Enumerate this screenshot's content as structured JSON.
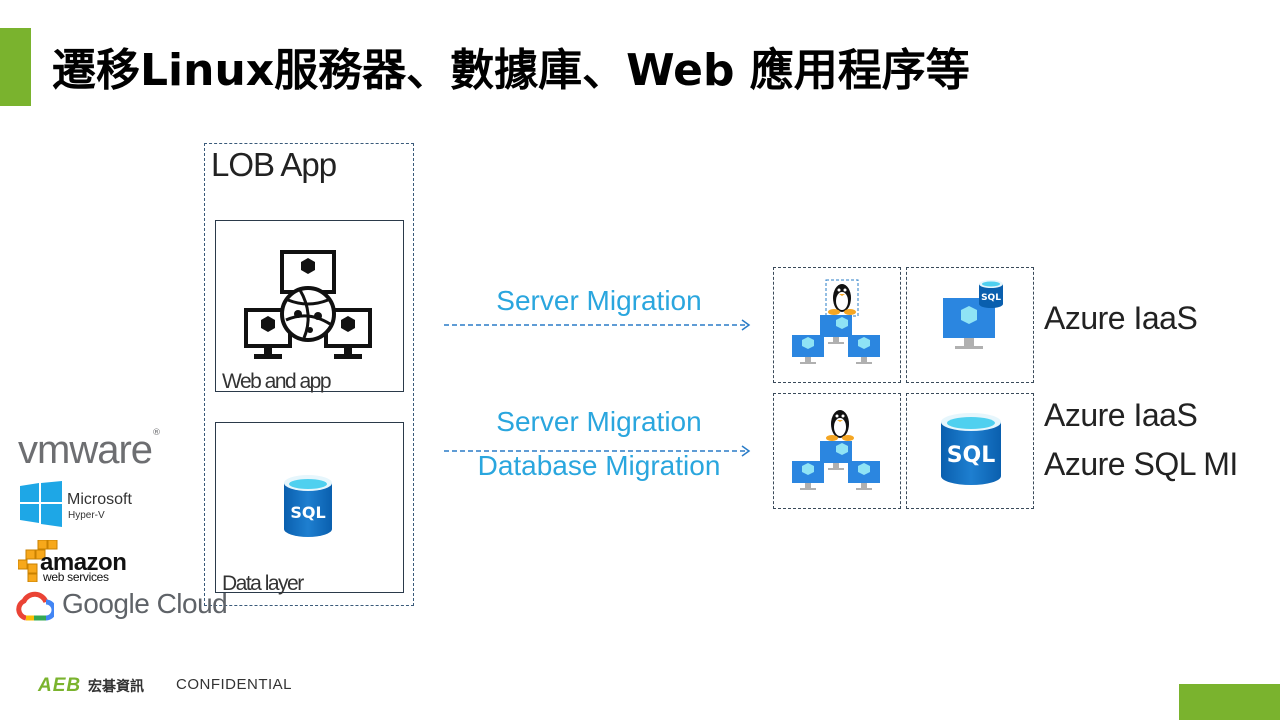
{
  "slide": {
    "title": "遷移Linux服務器、數據庫、Web 應用程序等",
    "accent_color": "#7ab32e",
    "link_color": "#2aa6de"
  },
  "lob_app": {
    "title": "LOB App",
    "web_layer_label": "Web and app",
    "data_layer_label": "Data layer",
    "web_icon": "web-app-servers-icon",
    "data_icon": "sql-database-icon",
    "data_icon_text": "SQL"
  },
  "sources": {
    "vendors": [
      {
        "name": "vmware",
        "label": "vmware"
      },
      {
        "name": "microsoft-hyper-v",
        "label": "Microsoft",
        "sublabel": "Hyper-V"
      },
      {
        "name": "amazon-web-services",
        "label": "amazon",
        "sublabel": "web services"
      },
      {
        "name": "google-cloud",
        "label": "Google Cloud"
      }
    ]
  },
  "migrations": [
    {
      "labels": [
        "Server Migration"
      ],
      "targets": [
        "linux-vm-cluster-icon",
        "sql-vm-icon"
      ],
      "destination": [
        "Azure IaaS"
      ]
    },
    {
      "labels": [
        "Server Migration",
        "Database Migration"
      ],
      "targets": [
        "linux-vm-cluster-icon",
        "azure-sql-mi-icon"
      ],
      "destination": [
        "Azure IaaS",
        "Azure SQL MI"
      ]
    }
  ],
  "sql_text": "SQL",
  "footer": {
    "logo": "AEB",
    "company": "宏碁資訊",
    "confidential": "CONFIDENTIAL"
  }
}
